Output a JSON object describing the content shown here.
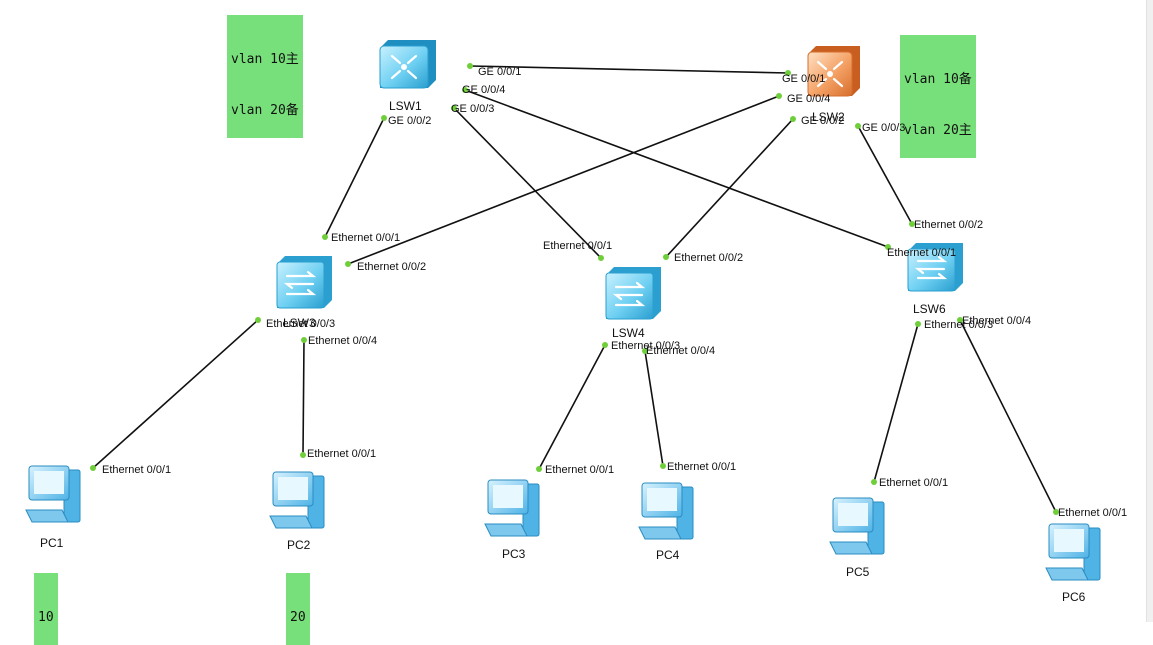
{
  "notes": {
    "lsw1": [
      "vlan 10主",
      "vlan 20备"
    ],
    "lsw2": [
      "vlan 10备",
      "vlan 20主"
    ],
    "pc1": "10",
    "pc2": "20"
  },
  "devices": {
    "lsw1": "LSW1",
    "lsw2": "LSW2",
    "lsw3": "LSW3",
    "lsw4": "LSW4",
    "lsw6": "LSW6",
    "pc1": "PC1",
    "pc2": "PC2",
    "pc3": "PC3",
    "pc4": "PC4",
    "pc5": "PC5",
    "pc6": "PC6"
  },
  "ports": {
    "lsw1_ge1": "GE 0/0/1",
    "lsw1_ge4": "GE 0/0/4",
    "lsw1_ge3": "GE 0/0/3",
    "lsw1_ge2": "GE 0/0/2",
    "lsw2_ge1": "GE 0/0/1",
    "lsw2_ge4": "GE 0/0/4",
    "lsw2_ge2": "GE 0/0/2",
    "lsw2_ge3": "GE 0/0/3",
    "lsw3_e1": "Ethernet 0/0/1",
    "lsw3_e2": "Ethernet 0/0/2",
    "lsw3_e3": "Ethernet 0/0/3",
    "lsw3_e4": "Ethernet 0/0/4",
    "lsw4_e1": "Ethernet 0/0/1",
    "lsw4_e2": "Ethernet 0/0/2",
    "lsw4_e3": "Ethernet 0/0/3",
    "lsw4_e4": "Ethernet 0/0/4",
    "lsw6_e2": "Ethernet 0/0/2",
    "lsw6_e1": "Ethernet 0/0/1",
    "lsw6_e3": "Ethernet 0/0/3",
    "lsw6_e4": "Ethernet 0/0/4",
    "pc1_e1": "Ethernet 0/0/1",
    "pc2_e1": "Ethernet 0/0/1",
    "pc3_e1": "Ethernet 0/0/1",
    "pc4_e1": "Ethernet 0/0/1",
    "pc5_e1": "Ethernet 0/0/1",
    "pc6_e1": "Ethernet 0/0/1"
  },
  "colors": {
    "note_bg": "#77e07a",
    "port_dot": "#6fcf3a",
    "link": "#111111",
    "core_switch": "#6fd0f2",
    "backup_switch": "#f4a165",
    "access_switch": "#7dd6f5",
    "pc": "#7ec8ee"
  }
}
